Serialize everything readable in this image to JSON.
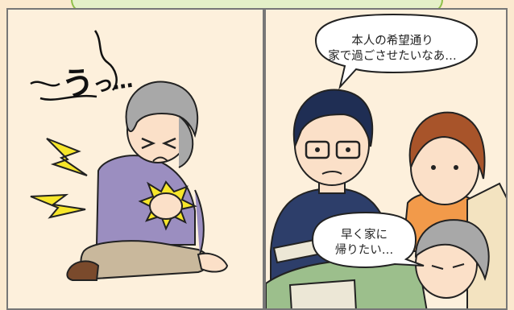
{
  "panel_left": {
    "sfx_big": "う",
    "sfx_small": "っ…"
  },
  "panel_right": {
    "bubble_top": [
      "本人の希望通り",
      "家で過ごさせたいなあ…"
    ],
    "bubble_bottom": [
      "早く家に",
      "帰りたい…"
    ]
  },
  "colors": {
    "background": "#fbe9cf",
    "tab_fill": "#e4f0c8",
    "tab_border": "#8fbf4a",
    "lightning": "#f7e62a",
    "sweater_purple": "#9b8ec0",
    "pants_beige": "#c9b89c",
    "man_shirt_navy": "#2d3e6a",
    "woman_shirt_orange": "#f29a4a",
    "bed_green": "#9cbf8c"
  },
  "icons": [
    "lightning-icon",
    "pain-burst-icon",
    "speech-bubble-icon"
  ]
}
